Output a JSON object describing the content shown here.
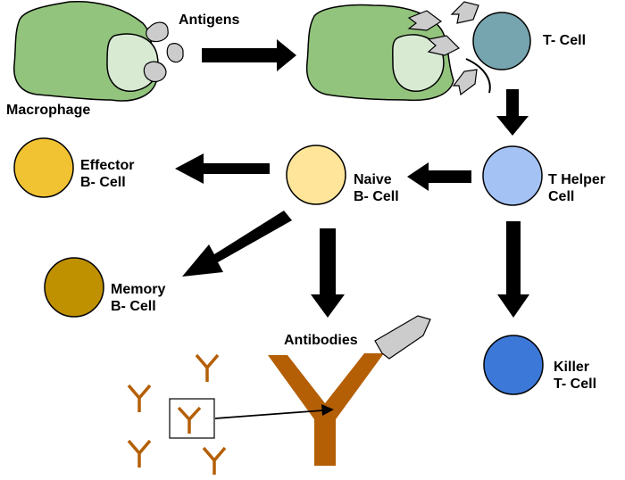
{
  "labels": {
    "antigens": "Antigens",
    "macrophage": "Macrophage",
    "t_cell": "T- Cell",
    "effector": {
      "line1": "Effector",
      "line2": "B- Cell"
    },
    "naive": {
      "line1": "Naive",
      "line2": "B- Cell"
    },
    "t_helper": {
      "line1": "T Helper",
      "line2": "Cell"
    },
    "memory": {
      "line1": "Memory",
      "line2": "B- Cell"
    },
    "antibodies": "Antibodies",
    "killer": {
      "line1": "Killer",
      "line2": "T- Cell"
    }
  },
  "colors": {
    "macrophage_body": "#93c47d",
    "macrophage_nucleus": "#d9ead3",
    "antigen": "#cccccc",
    "t_cell": "#76a5af",
    "t_helper": "#a4c2f4",
    "naive_b": "#ffe599",
    "effector_b": "#f1c232",
    "memory_b": "#bf9000",
    "killer_t": "#3c78d8",
    "antibody": "#b45f06",
    "arrow": "#000000"
  }
}
